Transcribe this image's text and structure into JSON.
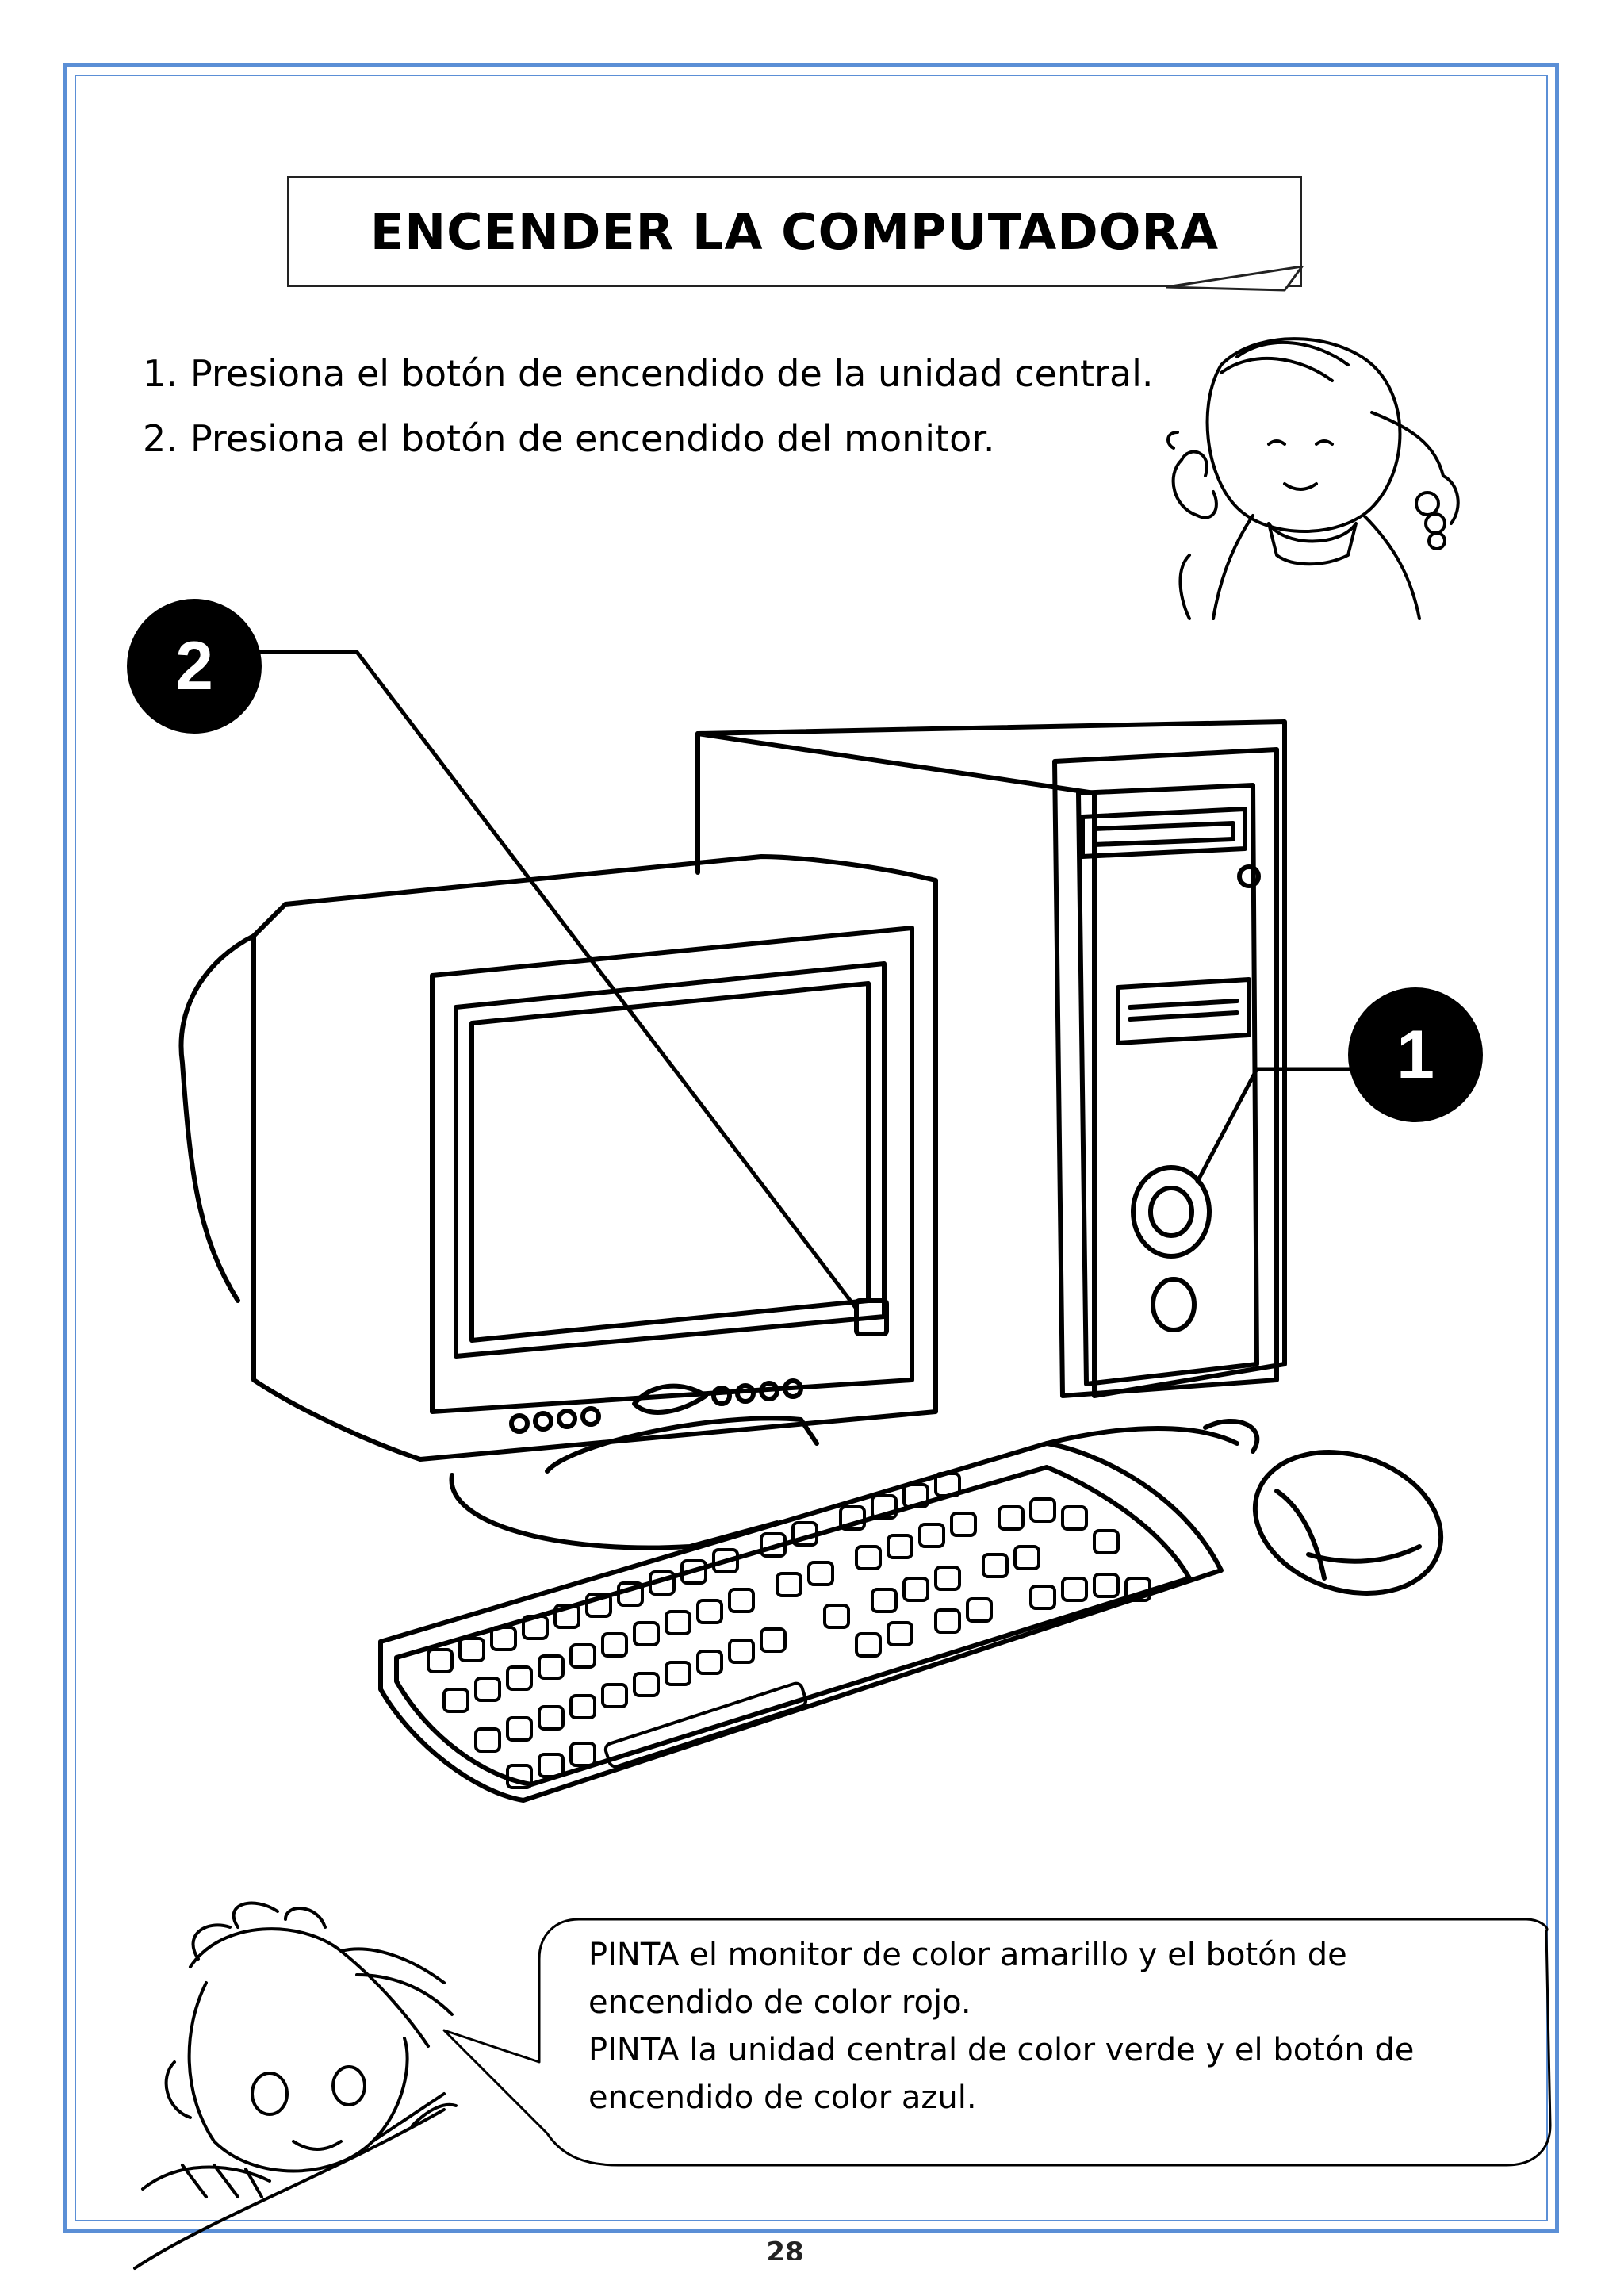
{
  "title": "ENCENDER LA COMPUTADORA",
  "steps": [
    {
      "number": "1.",
      "text": "Presiona el botón de encendido de la unidad central."
    },
    {
      "number": "2.",
      "text": "Presiona el botón de encendido del monitor."
    }
  ],
  "callouts": {
    "monitor_button": "2",
    "cpu_button": "1"
  },
  "speech_bubble": {
    "line1": "PINTA el monitor de color amarillo y el botón de",
    "line2": "encendido de color rojo.",
    "line3": "PINTA la unidad central de color verde y el botón de",
    "line4": "encendido de color azul."
  },
  "page_number": "28",
  "colors": {
    "frame": "#5b8fd6",
    "ink": "#000000",
    "callout_fill": "#000000"
  },
  "icons": [
    "girl-thinking-illustration",
    "boy-peeking-illustration",
    "computer-illustration"
  ]
}
